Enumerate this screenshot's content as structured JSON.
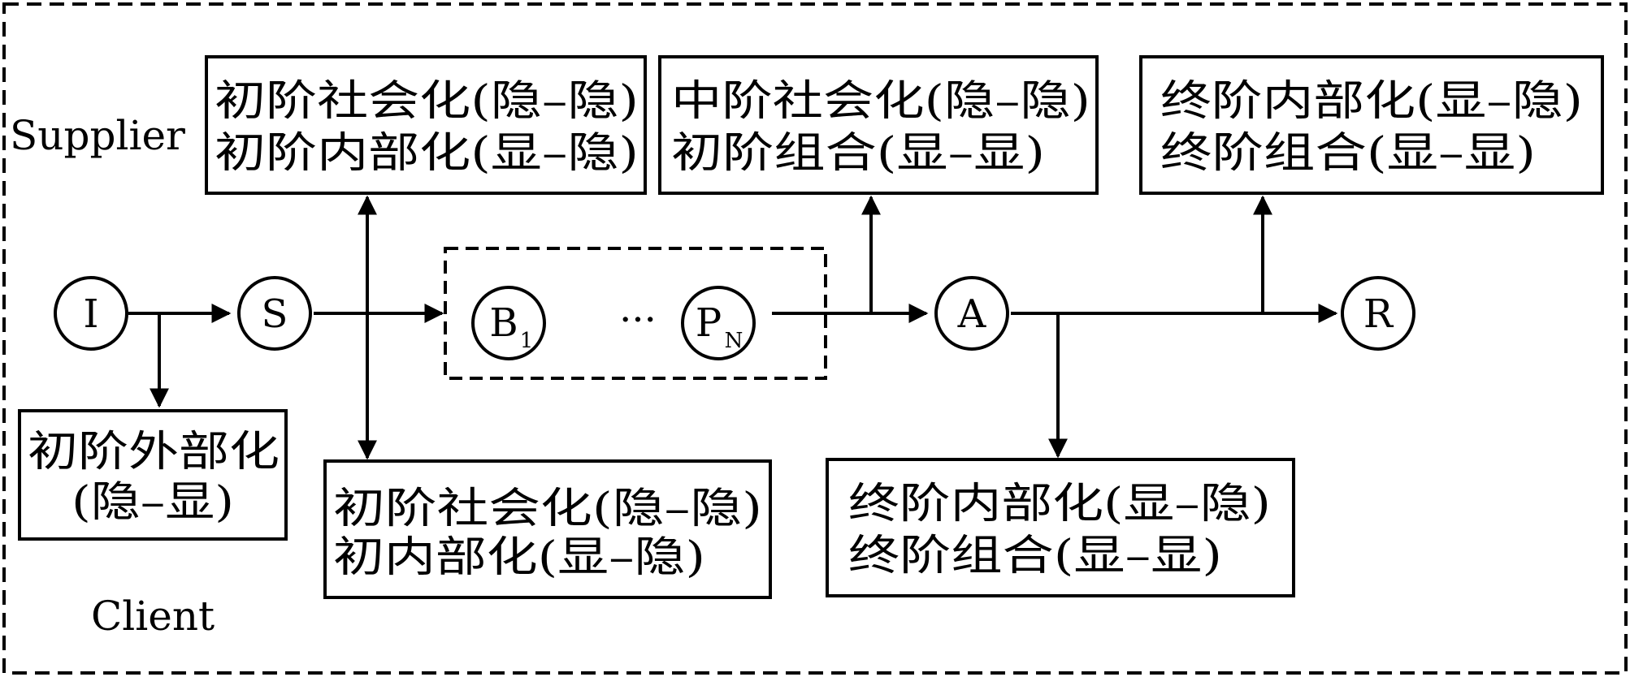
{
  "labels": {
    "supplier": "Supplier",
    "client": "Client"
  },
  "nodes": {
    "I": {
      "main": "I",
      "sub": ""
    },
    "S": {
      "main": "S",
      "sub": ""
    },
    "B1": {
      "main": "B",
      "sub": "1"
    },
    "PN": {
      "main": "P",
      "sub": "N"
    },
    "A": {
      "main": "A",
      "sub": ""
    },
    "R": {
      "main": "R",
      "sub": ""
    },
    "ellipsis": "···"
  },
  "boxes": {
    "top1": {
      "line1": "初阶社会化(隐–隐)",
      "line2": "初阶内部化(显–隐)"
    },
    "top2": {
      "line1": "中阶社会化(隐–隐)",
      "line2": "初阶组合(显–显)"
    },
    "top3": {
      "line1": "终阶内部化(显–隐)",
      "line2": "终阶组合(显–显)"
    },
    "bottom1": {
      "line1": "初阶外部化",
      "line2": "(隐–显)"
    },
    "bottom2": {
      "line1": "初阶社会化(隐–隐)",
      "line2": "初内部化(显–隐)"
    },
    "bottom3": {
      "line1": "终阶内部化(显–隐)",
      "line2": "终阶组合(显–显)"
    }
  }
}
